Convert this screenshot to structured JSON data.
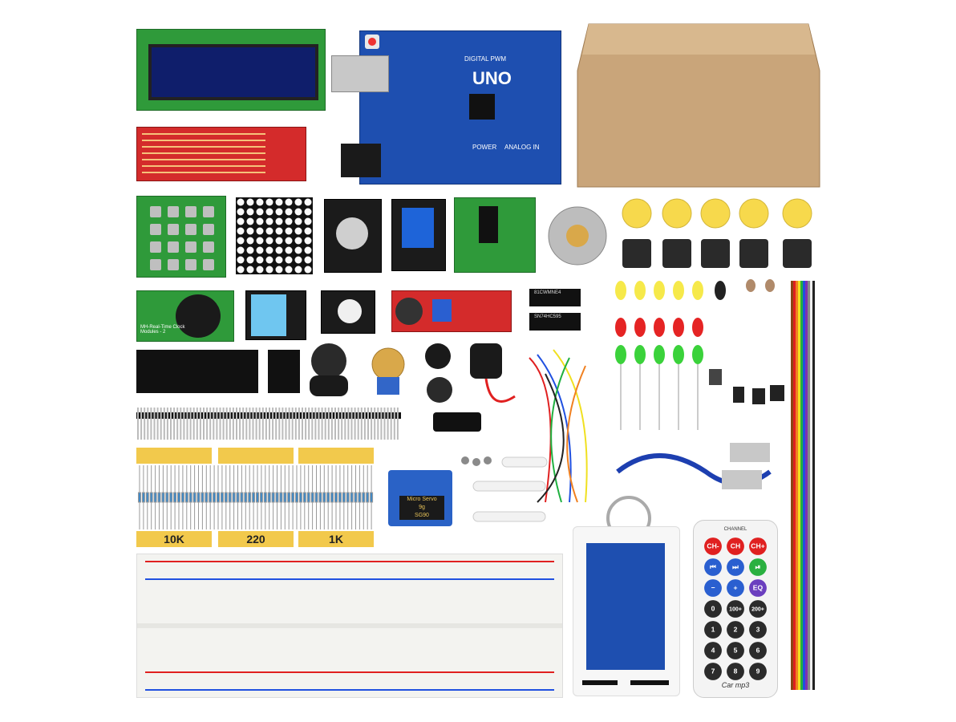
{
  "arduino": {
    "board_label": "UNO",
    "header_label": "DIGITAL PWM",
    "power_label": "POWER",
    "analog_label": "ANALOG IN"
  },
  "resistors": {
    "strip_labels": [
      "10K",
      "220",
      "1K"
    ]
  },
  "servo": {
    "label_line1": "Micro Servo",
    "label_line2": "9g",
    "label_line3": "SG90"
  },
  "rtc": {
    "label": "MH-Real-Time Clock Modules - 2"
  },
  "ic": {
    "label1": "81CWMNE4",
    "label2": "SN74HC595"
  },
  "remote": {
    "header": "CHANNEL",
    "keys": [
      "CH-",
      "CH",
      "CH+",
      "⏮",
      "⏭",
      "⏯",
      "−",
      "+",
      "EQ",
      "0",
      "100+",
      "200+",
      "1",
      "2",
      "3",
      "4",
      "5",
      "6",
      "7",
      "8",
      "9"
    ],
    "brand": "Car mp3"
  },
  "colors": {
    "pcb_green": "#2f9a3a",
    "pcb_blue": "#1e4fb0",
    "pcb_red": "#d42b2b",
    "cardboard": "#c9a57a",
    "label_yellow": "#f2c94c"
  }
}
